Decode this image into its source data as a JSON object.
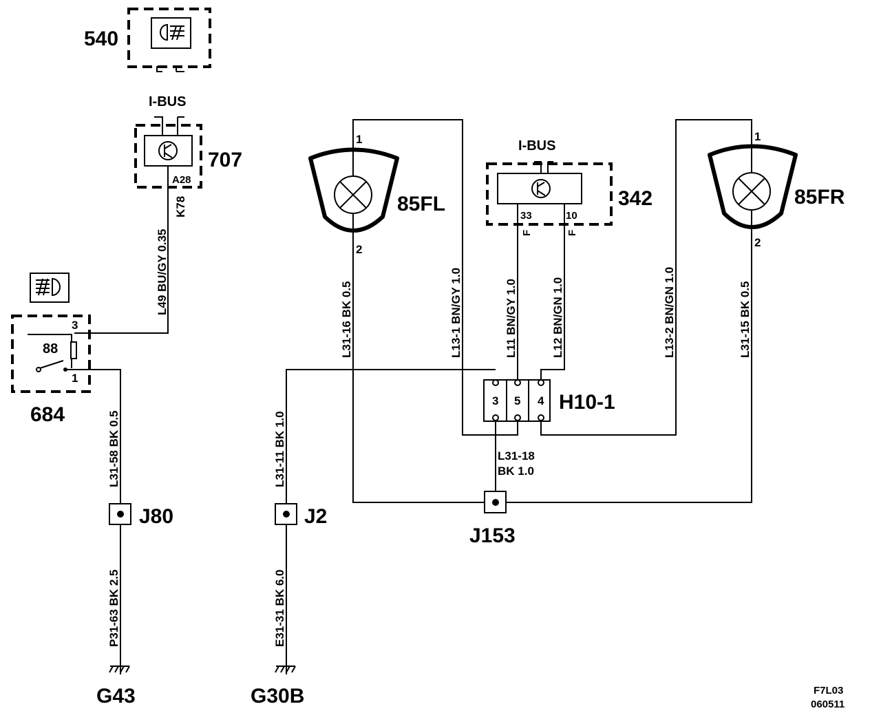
{
  "components": {
    "c540": "540",
    "c707": "707",
    "c342": "342",
    "c684": "684",
    "c85fl": "85FL",
    "c85fr": "85FR",
    "h10": "H10-1",
    "j80": "J80",
    "j2": "J2",
    "j153": "J153",
    "g43": "G43",
    "g30b": "G30B"
  },
  "bus": {
    "ibus_707": "I-BUS",
    "ibus_342": "I-BUS"
  },
  "pins": {
    "a28": "A28",
    "p33": "33",
    "p10": "10",
    "f33": "F",
    "f10": "F",
    "fl1": "1",
    "fl2": "2",
    "fr1": "1",
    "fr2": "2",
    "r3": "3",
    "r1": "1",
    "relay88": "88",
    "h3": "3",
    "h5": "5",
    "h4": "4"
  },
  "wires": {
    "k78": "K78",
    "l49": "L49  BU/GY  0.35",
    "l31_16": "L31-16  BK  0.5",
    "l13_1": "L13-1  BN/GY  1.0",
    "l11": "L11  BN/GY  1.0",
    "l12": "L12  BN/GN  1.0",
    "l13_2": "L13-2  BN/GN  1.0",
    "l31_15": "L31-15  BK  0.5",
    "l31_58": "L31-58  BK  0.5",
    "l31_11": "L31-11  BK  1.0",
    "l31_18a": "L31-18",
    "l31_18b": "BK    1.0",
    "p31_63": "P31-63  BK  2.5",
    "e31_31": "E31-31  BK  6.0"
  },
  "footer": {
    "code": "F7L03",
    "date": "060511"
  }
}
